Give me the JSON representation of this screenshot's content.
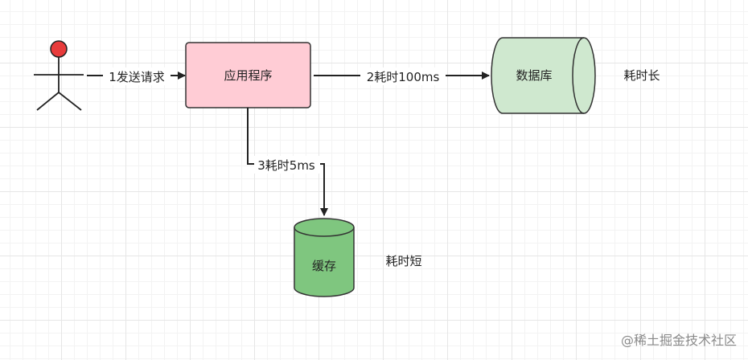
{
  "diagram": {
    "actor": {
      "name": ""
    },
    "nodes": {
      "app": {
        "label": "应用程序",
        "fill": "#ffccd5",
        "stroke": "#333333"
      },
      "db": {
        "label": "数据库",
        "fill": "#cfe8cf",
        "stroke": "#333333",
        "note": "耗时长"
      },
      "cache": {
        "label": "缓存",
        "fill": "#7fc67f",
        "stroke": "#333333",
        "note": "耗时短"
      }
    },
    "edges": {
      "request": {
        "label": "1发送请求"
      },
      "to_db": {
        "label": "2耗时100ms"
      },
      "to_cache": {
        "label": "3耗时5ms"
      }
    },
    "colors": {
      "actor_head": "#e83b3b",
      "line": "#222222"
    }
  },
  "watermark": "@稀土掘金技术社区"
}
